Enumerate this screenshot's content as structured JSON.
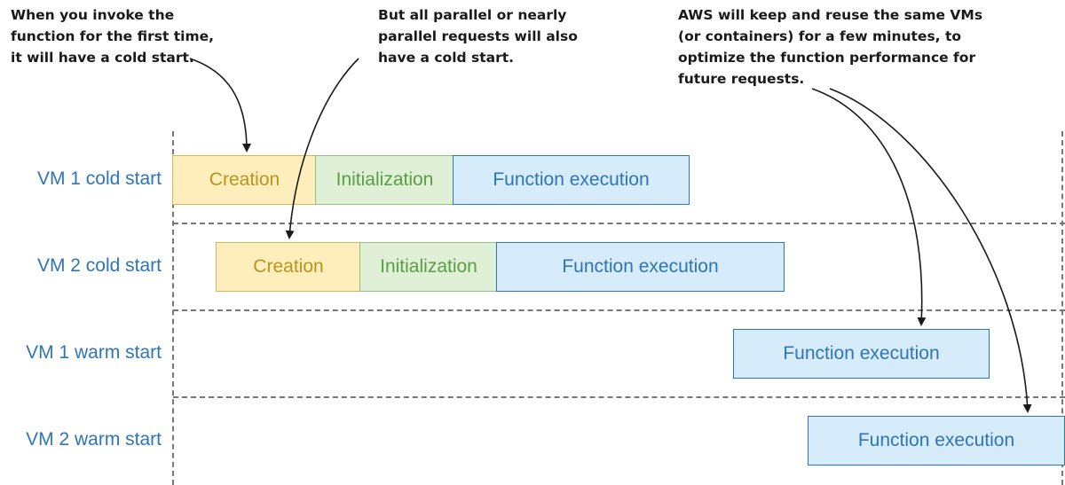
{
  "callouts": {
    "first": [
      "When you invoke the",
      "function for the first time,",
      "it will have a cold start."
    ],
    "parallel": [
      "But all parallel or nearly",
      "parallel requests will also",
      "have a cold start."
    ],
    "reuse": [
      "AWS will keep and reuse the same VMs",
      "(or containers) for a few minutes, to",
      "optimize the function performance for",
      "future requests."
    ]
  },
  "rows": [
    {
      "label": "VM 1 cold start",
      "creation": "Creation",
      "initialization": "Initialization",
      "execution": "Function execution"
    },
    {
      "label": "VM 2 cold start",
      "creation": "Creation",
      "initialization": "Initialization",
      "execution": "Function execution"
    },
    {
      "label": "VM 1 warm start",
      "execution": "Function execution"
    },
    {
      "label": "VM 2 warm start",
      "execution": "Function execution"
    }
  ],
  "colors": {
    "label_blue": "#2e75b6",
    "creation_fill": "#fdeebc",
    "initialization_fill": "#dff0d6",
    "execution_fill": "#d6ecfa"
  }
}
